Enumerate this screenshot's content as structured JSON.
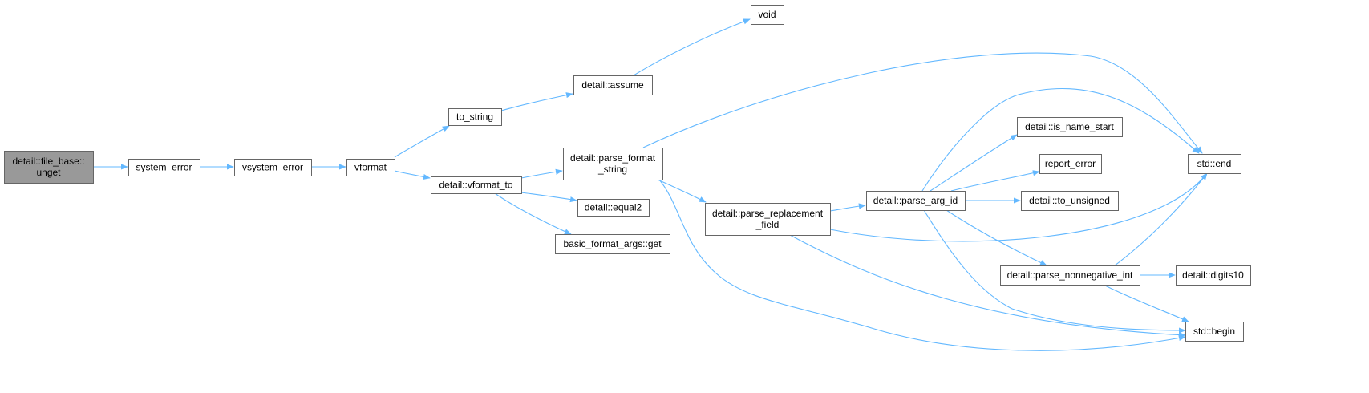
{
  "colors": {
    "edge": "#63b8ff",
    "node_fill": "#ffffff",
    "node_border": "#666666",
    "root_fill": "#999999"
  },
  "nodes": [
    {
      "id": "unget",
      "lines": [
        "detail::file_base::",
        "unget"
      ],
      "root": true
    },
    {
      "id": "system_error",
      "lines": [
        "system_error"
      ]
    },
    {
      "id": "vsystem_error",
      "lines": [
        "vsystem_error"
      ]
    },
    {
      "id": "vformat",
      "lines": [
        "vformat"
      ]
    },
    {
      "id": "to_string",
      "lines": [
        "to_string"
      ]
    },
    {
      "id": "vformat_to",
      "lines": [
        "detail::vformat_to"
      ]
    },
    {
      "id": "assume",
      "lines": [
        "detail::assume"
      ]
    },
    {
      "id": "void",
      "lines": [
        "void"
      ]
    },
    {
      "id": "parse_format_string",
      "lines": [
        "detail::parse_format",
        "_string"
      ]
    },
    {
      "id": "equal2",
      "lines": [
        "detail::equal2"
      ]
    },
    {
      "id": "get",
      "lines": [
        "basic_format_args::get"
      ]
    },
    {
      "id": "parse_replacement_field",
      "lines": [
        "detail::parse_replacement",
        "_field"
      ]
    },
    {
      "id": "parse_arg_id",
      "lines": [
        "detail::parse_arg_id"
      ]
    },
    {
      "id": "is_name_start",
      "lines": [
        "detail::is_name_start"
      ]
    },
    {
      "id": "report_error",
      "lines": [
        "report_error"
      ]
    },
    {
      "id": "to_unsigned",
      "lines": [
        "detail::to_unsigned"
      ]
    },
    {
      "id": "parse_nonnegative_int",
      "lines": [
        "detail::parse_nonnegative_int"
      ]
    },
    {
      "id": "digits10",
      "lines": [
        "detail::digits10"
      ]
    },
    {
      "id": "end",
      "lines": [
        "std::end"
      ]
    },
    {
      "id": "begin",
      "lines": [
        "std::begin"
      ]
    }
  ],
  "edges": [
    [
      "unget",
      "system_error"
    ],
    [
      "system_error",
      "vsystem_error"
    ],
    [
      "vsystem_error",
      "vformat"
    ],
    [
      "vformat",
      "to_string"
    ],
    [
      "vformat",
      "vformat_to"
    ],
    [
      "to_string",
      "assume"
    ],
    [
      "assume",
      "void"
    ],
    [
      "vformat_to",
      "parse_format_string"
    ],
    [
      "vformat_to",
      "equal2"
    ],
    [
      "vformat_to",
      "get"
    ],
    [
      "parse_format_string",
      "end"
    ],
    [
      "parse_format_string",
      "parse_replacement_field"
    ],
    [
      "parse_format_string",
      "begin"
    ],
    [
      "parse_replacement_field",
      "parse_arg_id"
    ],
    [
      "parse_replacement_field",
      "end"
    ],
    [
      "parse_replacement_field",
      "begin"
    ],
    [
      "parse_arg_id",
      "end"
    ],
    [
      "parse_arg_id",
      "is_name_start"
    ],
    [
      "parse_arg_id",
      "report_error"
    ],
    [
      "parse_arg_id",
      "to_unsigned"
    ],
    [
      "parse_arg_id",
      "parse_nonnegative_int"
    ],
    [
      "parse_arg_id",
      "begin"
    ],
    [
      "parse_nonnegative_int",
      "end"
    ],
    [
      "parse_nonnegative_int",
      "digits10"
    ],
    [
      "parse_nonnegative_int",
      "begin"
    ]
  ]
}
